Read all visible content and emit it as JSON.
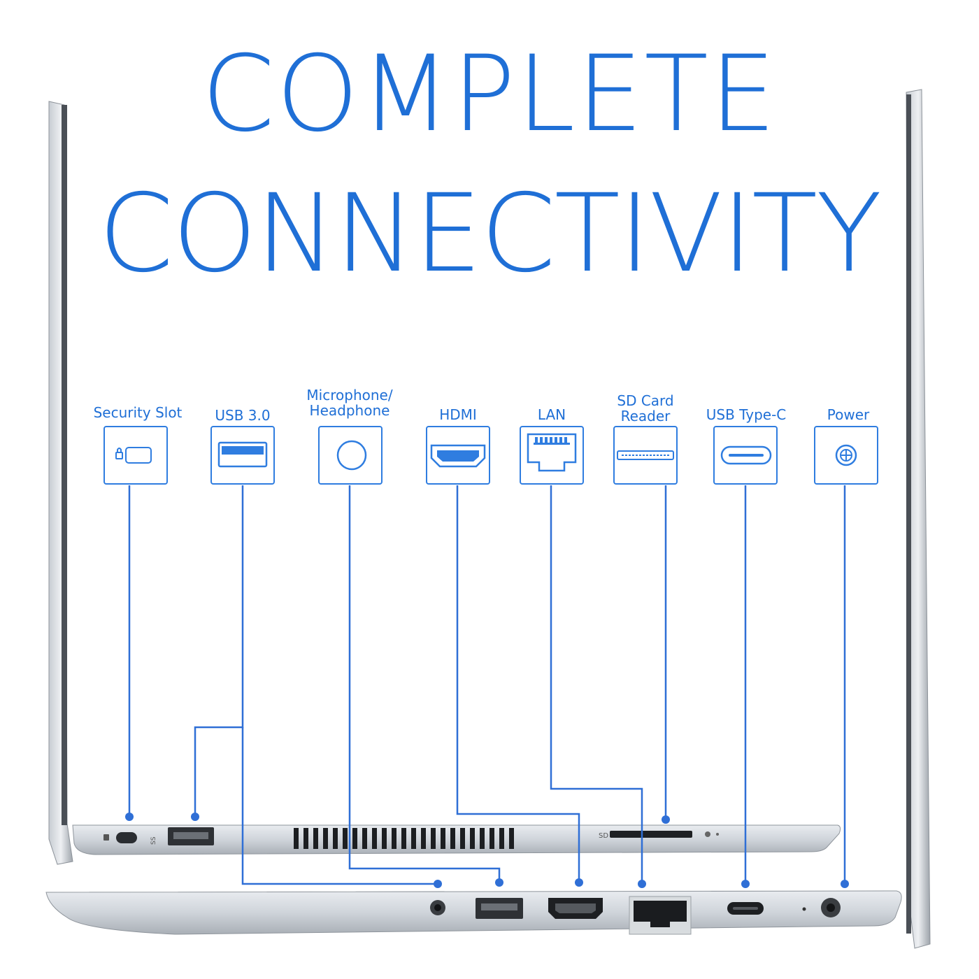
{
  "headline": {
    "line1": "COMPLETE",
    "line2": "CONNECTIVITY"
  },
  "accent_color": "#1f6fd6",
  "ports": [
    {
      "label": "Security Slot",
      "icon": "lock-slot-icon"
    },
    {
      "label": "USB 3.0",
      "icon": "usb-a-icon"
    },
    {
      "label": "Microphone/\nHeadphone",
      "label_line1": "Microphone/",
      "label_line2": "Headphone",
      "icon": "audio-jack-icon"
    },
    {
      "label": "HDMI",
      "icon": "hdmi-icon"
    },
    {
      "label": "LAN",
      "icon": "ethernet-icon"
    },
    {
      "label_line1": "SD Card",
      "label_line2": "Reader",
      "icon": "sd-card-icon"
    },
    {
      "label": "USB Type-C",
      "icon": "usb-c-icon"
    },
    {
      "label": "Power",
      "icon": "power-jack-icon"
    }
  ],
  "laptop_markings": {
    "sd": "SD"
  }
}
